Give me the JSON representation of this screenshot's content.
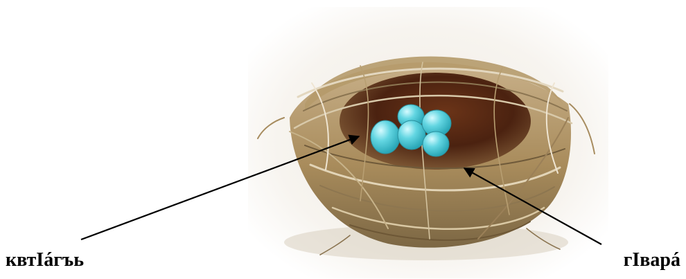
{
  "labels": {
    "left": "квтӀáгъь",
    "right": "гӀвapá"
  },
  "illustration": {
    "subject": "nest-with-eggs",
    "egg_count": 5,
    "colors": {
      "egg": "#5fd3df",
      "straw": "#b59a6a",
      "nest_interior": "#5a2a14",
      "arrow": "#000000"
    }
  }
}
